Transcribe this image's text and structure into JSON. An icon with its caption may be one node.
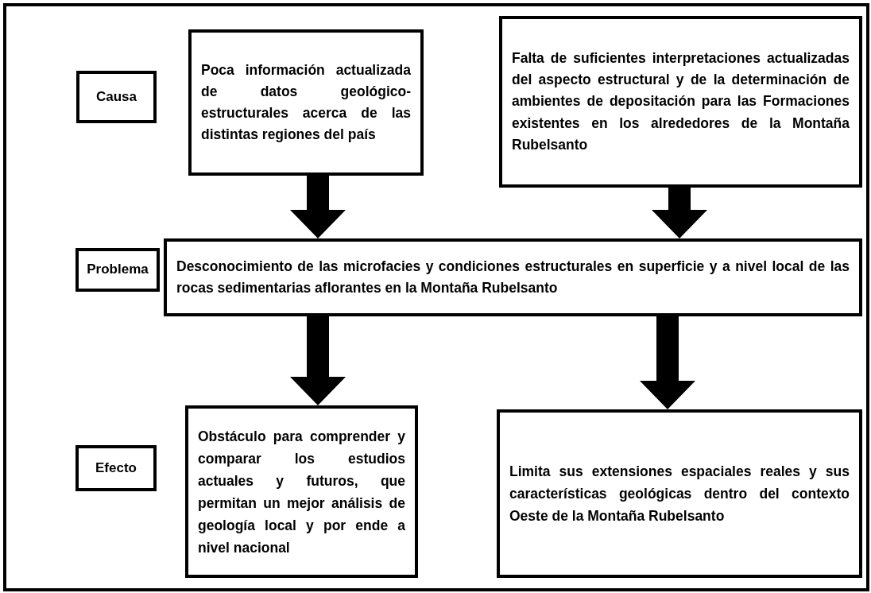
{
  "diagram": {
    "nodes": [
      {
        "text": [
          "Causa"
        ]
      },
      {
        "text": [
          "Poca información actualizada de datos geológico-estructurales acerca de las distintas regiones del país"
        ]
      },
      {
        "text": [
          "Falta de suficientes interpretaciones actualizadas del aspecto estructural y de la determinación de ambientes de depositación para las Formaciones existentes en los alrededores de la Montaña Rubelsanto"
        ]
      },
      {
        "text": [
          "Problema"
        ]
      },
      {
        "text": [
          "Desconocimiento de las microfacies y condiciones estructurales en superficie y a nivel local de las rocas sedimentarias aflorantes en la Montaña Rubelsanto"
        ]
      },
      {
        "text": [
          "Efecto"
        ]
      },
      {
        "text": [
          "Obstáculo para comprender y comparar los estudios actuales y futuros, que permitan un mejor análisis de geología local y por ende a nivel nacional"
        ]
      },
      {
        "text": [
          "Limita sus extensiones espaciales reales y sus características geológicas dentro del contexto Oeste de la Montaña Rubelsanto"
        ]
      }
    ],
    "edges": [
      {
        "from": 1,
        "to": 4,
        "arrow": "to"
      },
      {
        "from": 2,
        "to": 4,
        "arrow": "to"
      },
      {
        "from": 4,
        "to": 6,
        "arrow": "to"
      },
      {
        "from": 4,
        "to": 7,
        "arrow": "to"
      }
    ]
  }
}
